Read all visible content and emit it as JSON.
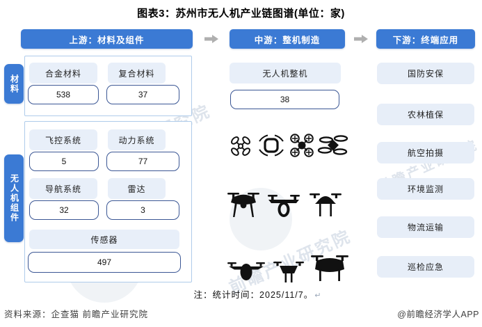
{
  "title": "图表3：苏州市无人机产业链图谱(单位：家)",
  "columns": {
    "upstream": {
      "header": "上游：材料及组件",
      "sections": [
        {
          "tab": "材料",
          "items": [
            {
              "label": "合金材料",
              "value": "538"
            },
            {
              "label": "复合材料",
              "value": "37"
            }
          ]
        },
        {
          "tab": "无人机组件",
          "items": [
            {
              "label": "飞控系统",
              "value": "5"
            },
            {
              "label": "动力系统",
              "value": "77"
            },
            {
              "label": "导航系统",
              "value": "32"
            },
            {
              "label": "雷达",
              "value": "3"
            },
            {
              "label": "传感器",
              "value": "497"
            }
          ]
        }
      ]
    },
    "midstream": {
      "header": "中游：整机制造",
      "item": {
        "label": "无人机整机",
        "value": "38"
      }
    },
    "downstream": {
      "header": "下游：终端应用",
      "items": [
        "国防安保",
        "农林植保",
        "航空拍摄",
        "环境监测",
        "物流运输",
        "巡检应急"
      ]
    }
  },
  "note": {
    "text": "注：统计时间：2025/11/7。",
    "mark": "↵"
  },
  "footer": {
    "source": "资料来源：企查猫 前瞻产业研究院",
    "credit": "@前瞻经济学人APP"
  },
  "watermark": "前瞻产业研究院",
  "icons": {
    "flow_arrow": "right-block-arrow",
    "drones_top": [
      "quad-x-outline",
      "quad-square-outline",
      "quad-hub-props",
      "quad-ring-rotors"
    ],
    "drones_side": [
      "camera-drone",
      "gimbal-bar-drone",
      "dome-leg-drone",
      "manta-body-drone",
      "small-leg-drone",
      "wide-quad-drone"
    ]
  },
  "colors": {
    "header_blue": "#3b7ad4",
    "light_box": "#e8eff9",
    "value_border": "#3a5694",
    "section_border": "#aecbea",
    "arrow_gray": "#afafaf"
  }
}
